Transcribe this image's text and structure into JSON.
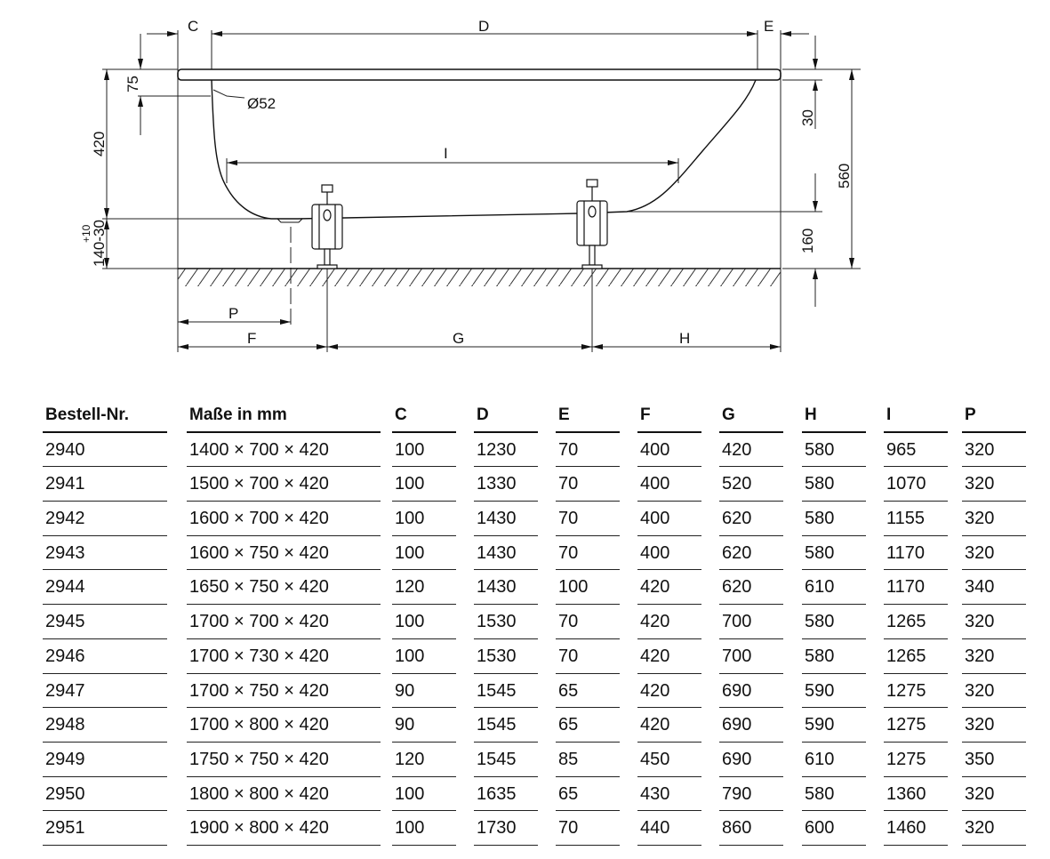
{
  "drawing": {
    "labels": {
      "C": "C",
      "D": "D",
      "E": "E",
      "dim_75": "75",
      "diameter": "Ø52",
      "dim_420": "420",
      "dim_140": "140-30",
      "dim_tol": "+10",
      "I": "I",
      "dim_30": "30",
      "dim_560": "560",
      "dim_160": "160",
      "P": "P",
      "F": "F",
      "G": "G",
      "H": "H"
    }
  },
  "table": {
    "headers": [
      "Bestell-Nr.",
      "Maße in mm",
      "C",
      "D",
      "E",
      "F",
      "G",
      "H",
      "I",
      "P"
    ],
    "rows": [
      [
        "2940",
        "1400 × 700 × 420",
        "100",
        "1230",
        "70",
        "400",
        "420",
        "580",
        "965",
        "320"
      ],
      [
        "2941",
        "1500 × 700 × 420",
        "100",
        "1330",
        "70",
        "400",
        "520",
        "580",
        "1070",
        "320"
      ],
      [
        "2942",
        "1600 × 700 × 420",
        "100",
        "1430",
        "70",
        "400",
        "620",
        "580",
        "1155",
        "320"
      ],
      [
        "2943",
        "1600 × 750 × 420",
        "100",
        "1430",
        "70",
        "400",
        "620",
        "580",
        "1170",
        "320"
      ],
      [
        "2944",
        "1650 × 750 × 420",
        "120",
        "1430",
        "100",
        "420",
        "620",
        "610",
        "1170",
        "340"
      ],
      [
        "2945",
        "1700 × 700 × 420",
        "100",
        "1530",
        "70",
        "420",
        "700",
        "580",
        "1265",
        "320"
      ],
      [
        "2946",
        "1700 × 730 × 420",
        "100",
        "1530",
        "70",
        "420",
        "700",
        "580",
        "1265",
        "320"
      ],
      [
        "2947",
        "1700 × 750 × 420",
        "90",
        "1545",
        "65",
        "420",
        "690",
        "590",
        "1275",
        "320"
      ],
      [
        "2948",
        "1700 × 800 × 420",
        "90",
        "1545",
        "65",
        "420",
        "690",
        "590",
        "1275",
        "320"
      ],
      [
        "2949",
        "1750 × 750 × 420",
        "120",
        "1545",
        "85",
        "450",
        "690",
        "610",
        "1275",
        "350"
      ],
      [
        "2950",
        "1800 × 800 × 420",
        "100",
        "1635",
        "65",
        "430",
        "790",
        "580",
        "1360",
        "320"
      ],
      [
        "2951",
        "1900 × 800 × 420",
        "100",
        "1730",
        "70",
        "440",
        "860",
        "600",
        "1460",
        "320"
      ]
    ]
  }
}
